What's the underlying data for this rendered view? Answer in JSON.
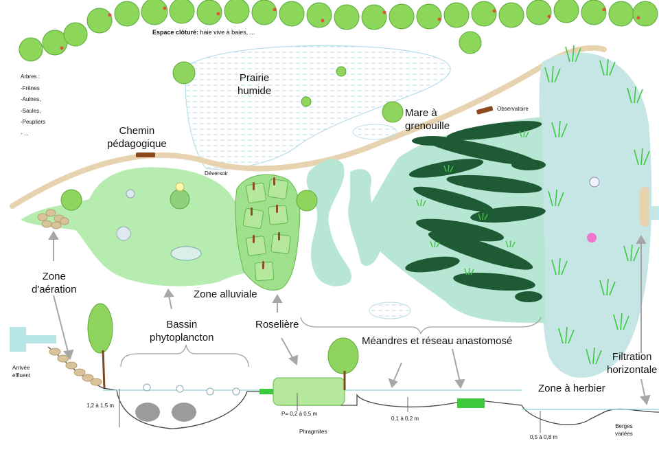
{
  "labels": {
    "espace_cloture_bold": "Espace clôturé:",
    "espace_cloture_rest": "haie vive à baies, ...",
    "arbres_title": "Arbres :",
    "arbres_items": [
      "-Frênes",
      "-Aulnes,",
      "-Saules,",
      "-Peupliers",
      "- ..."
    ],
    "prairie_l1": "Prairie",
    "prairie_l2": "humide",
    "mare_l1": "Mare à",
    "mare_l2": "grenouille",
    "observatoire": "Observatoire",
    "chemin_l1": "Chemin",
    "chemin_l2": "pédagogique",
    "deversoir": "Déversoir",
    "zone_aeration_l1": "Zone",
    "zone_aeration_l2": "d'aération",
    "zone_alluviale": "Zone alluviale",
    "bassin_l1": "Bassin",
    "bassin_l2": "phytoplancton",
    "roseliere": "Roselière",
    "meandres": "Méandres et réseau anastomosé",
    "filtration_l1": "Filtration",
    "filtration_l2": "horizontale",
    "zone_herbier": "Zone à herbier",
    "arrivee_l1": "Arrivée",
    "arrivee_l2": "effluent",
    "depth_bassin": "1,2 à 1,5 m",
    "depth_roseliere": "P= 0,2 à 0,5 m",
    "phragmites": "Phragmites",
    "depth_meandres": "0,1 à 0,2 m",
    "depth_herbier": "0,5 à 0,8 m",
    "berges_l1": "Berges",
    "berges_l2": "variées"
  },
  "colors": {
    "path": "#e8d3b0",
    "zone_light_green": "#b6ecb0",
    "zone_aqua": "#b8e6d4",
    "pond_blue": "#c6e6e6",
    "dark_island": "#1e5a34",
    "reed": "#7fd46e",
    "tree": "#8fd45c",
    "water_line": "#88d0d8",
    "arrow": "#a6a6a6"
  }
}
